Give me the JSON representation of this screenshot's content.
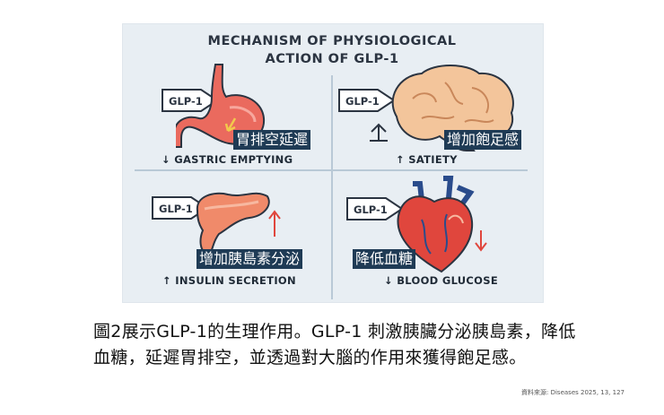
{
  "figure": {
    "title_line1": "MECHANISM OF PHYSIOLOGICAL",
    "title_line2": "ACTION OF GLP-1",
    "glp_label": "GLP-1",
    "quadrants": [
      {
        "organ": "stomach",
        "caption": "↓ GASTRIC EMPTYING",
        "tag": "胃排空延遲",
        "arrow": "↓"
      },
      {
        "organ": "brain",
        "caption": "↑ SATIETY",
        "tag": "增加飽足感",
        "arrow": "↑"
      },
      {
        "organ": "pancreas",
        "caption": "↑ INSULIN SECRETION",
        "tag": "增加胰島素分泌",
        "arrow": "↑"
      },
      {
        "organ": "heart",
        "caption": "↓ BLOOD GLUCOSE",
        "tag": "降低血糖",
        "arrow": "↓"
      }
    ],
    "colors": {
      "tag_bg": "#1f3b55",
      "organ_red": "#e35b52",
      "arrow_red": "#e0463d",
      "panel_bg": "#e8eef3"
    }
  },
  "description": "圖2展示GLP-1的生理作用。GLP-1 刺激胰臟分泌胰島素，降低血糖，延遲胃排空，並透過對大腦的作用來獲得飽足感。",
  "source": "資料來源: Diseases 2025, 13, 127"
}
